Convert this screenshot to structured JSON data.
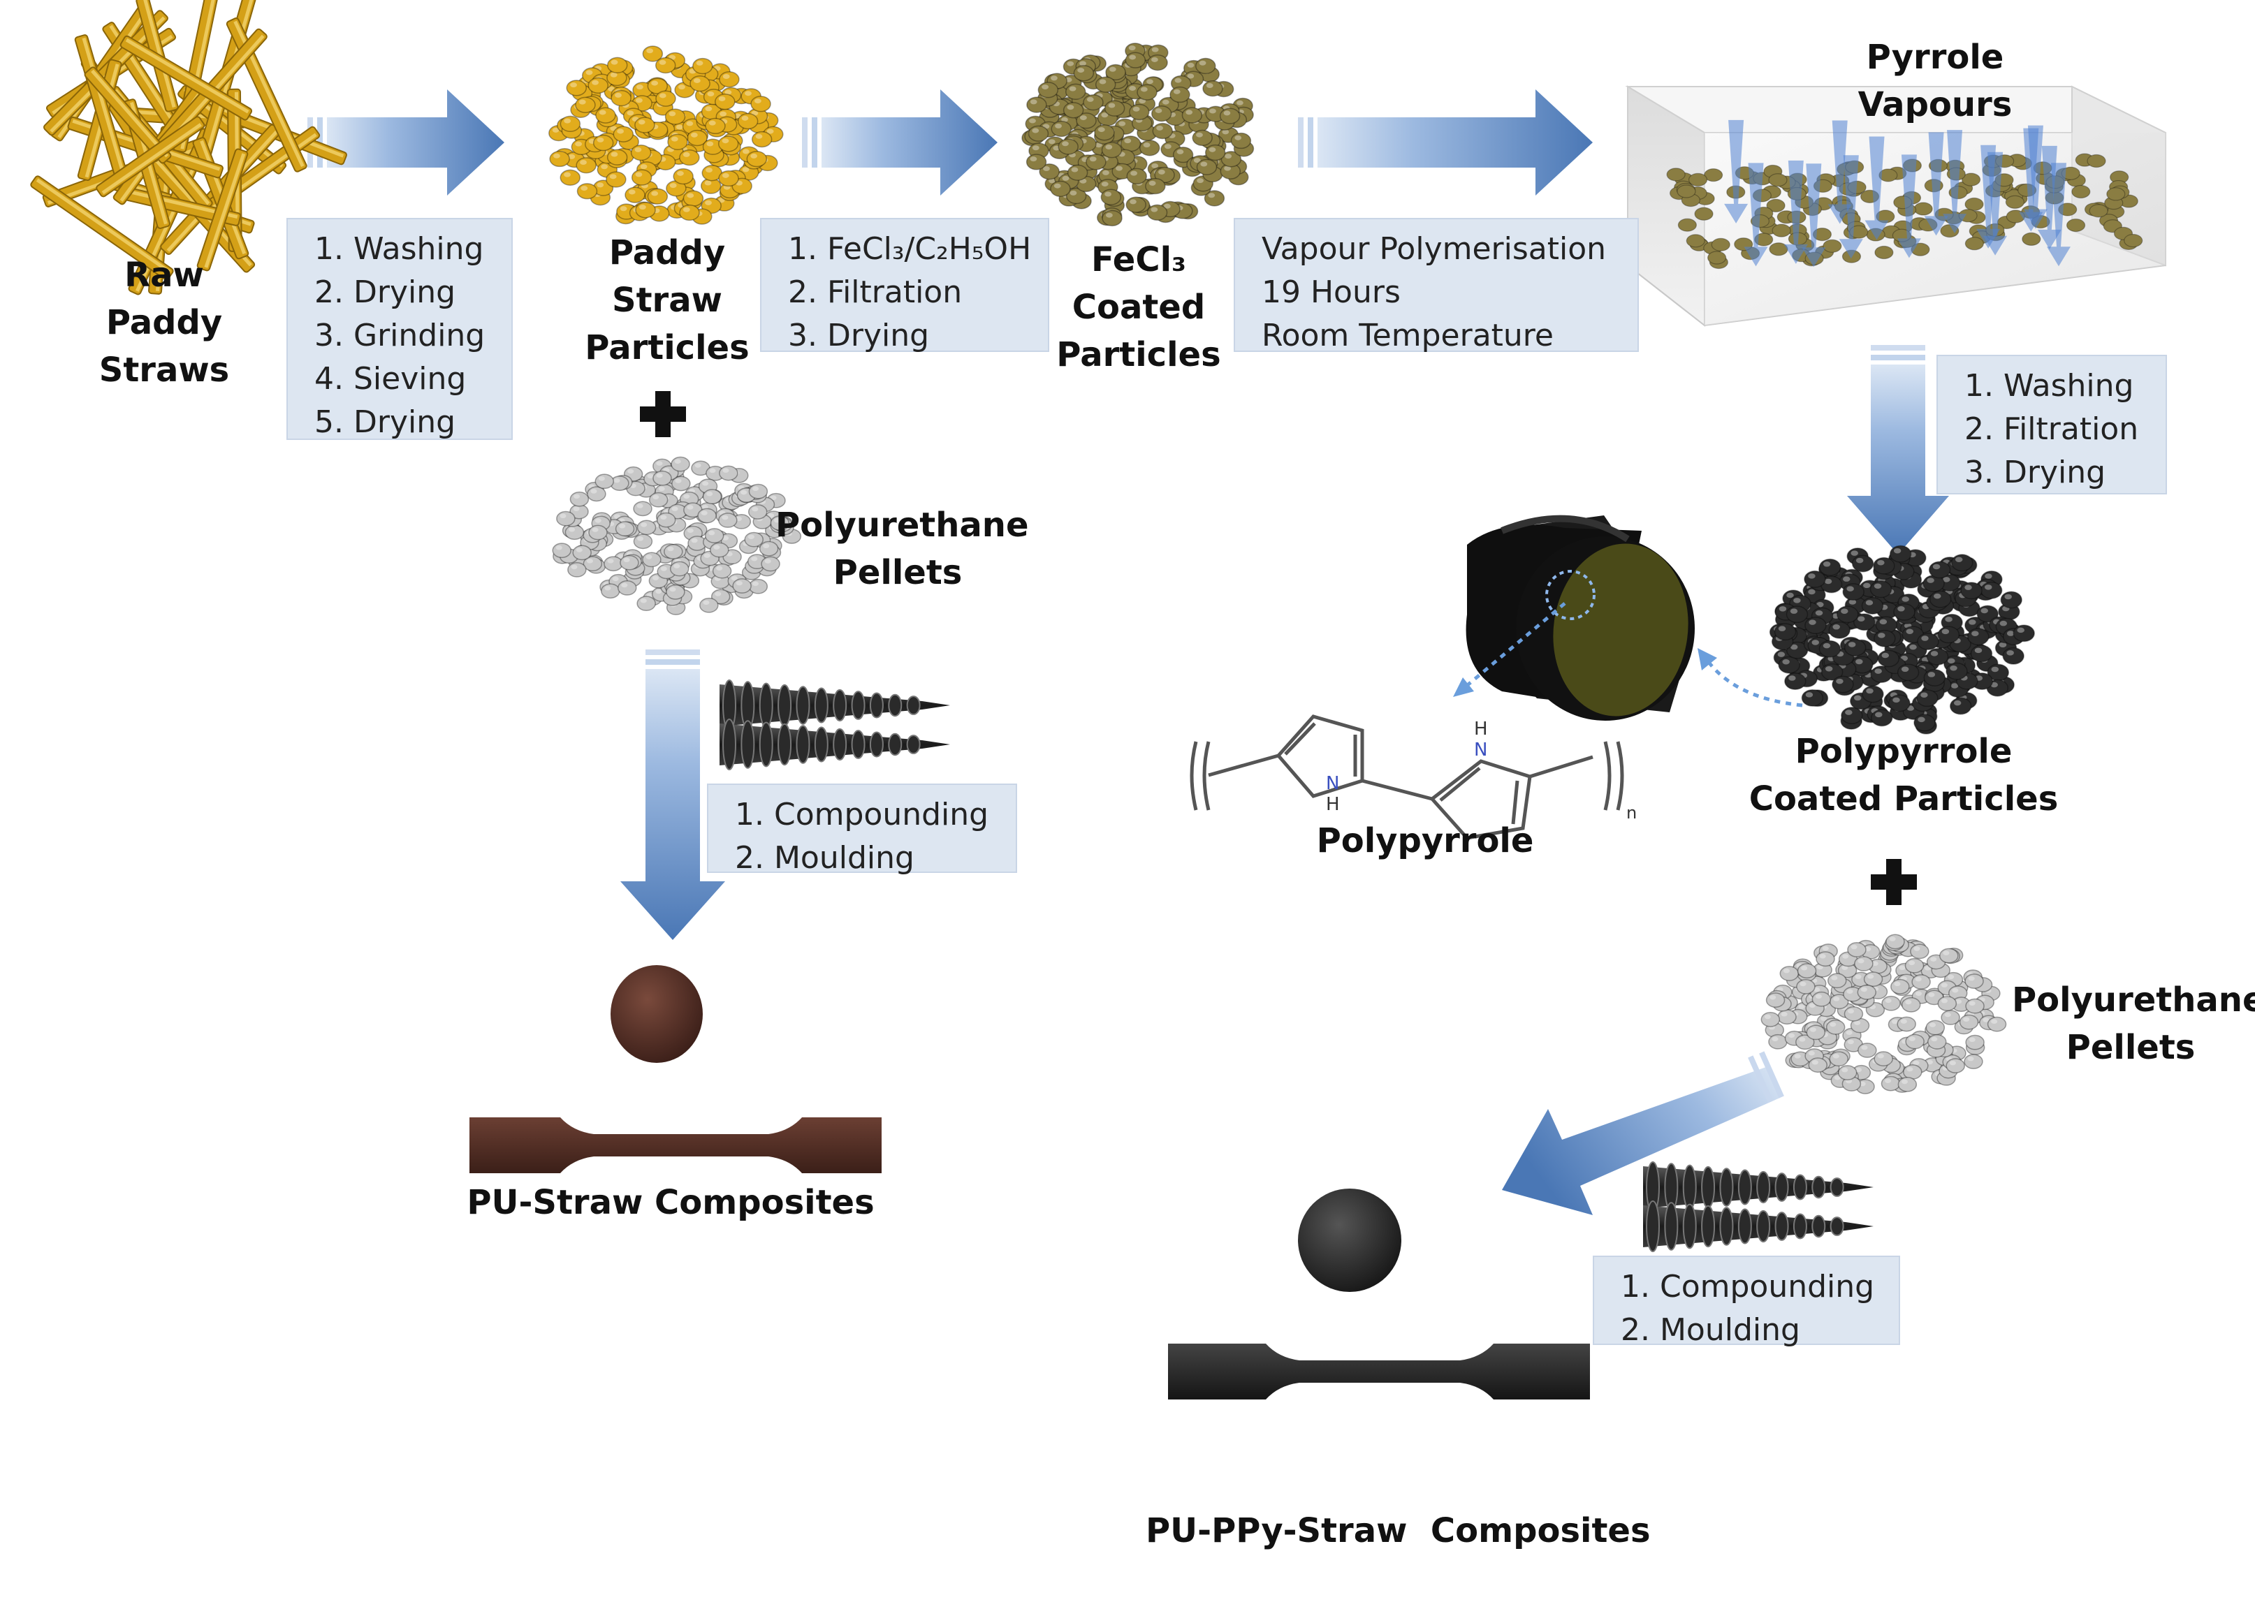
{
  "stages": {
    "raw_straws": [
      "Raw",
      "Paddy",
      "Straws"
    ],
    "straw_particles": [
      "Paddy",
      "Straw",
      "Particles"
    ],
    "fecl3_particles": [
      "FeCl₃",
      "Coated",
      "Particles"
    ],
    "pyrrole_vapours": [
      "Pyrrole",
      "Vapours"
    ],
    "pu_pellets_left": [
      "Polyurethane",
      "Pellets"
    ],
    "ppy_particles": [
      "Polypyrrole",
      "Coated Particles"
    ],
    "pu_pellets_right": [
      "Polyurethane",
      "Pellets"
    ],
    "polypyrrole": "Polypyrrole",
    "pu_straw_composites": "PU-Straw Composites",
    "pu_ppy_composites": "PU-PPy-Straw  Composites"
  },
  "steps": {
    "pretreatment": [
      "1. Washing",
      "2. Drying",
      "3. Grinding",
      "4. Sieving",
      "5. Drying"
    ],
    "coating": [
      "1. FeCl₃/C₂H₅OH",
      "2. Filtration",
      "3. Drying"
    ],
    "polymerisation": [
      "Vapour Polymerisation",
      "19 Hours",
      "Room Temperature"
    ],
    "post_treatment": [
      "1. Washing",
      "2. Filtration",
      "3. Drying"
    ],
    "processing_left": [
      "1. Compounding",
      "2. Moulding"
    ],
    "processing_right": [
      "1. Compounding",
      "2. Moulding"
    ]
  },
  "structure_labels": {
    "nh_top": "H",
    "nh_bottom": "H",
    "n_top": "N",
    "n_bottom": "N",
    "subscript": "n"
  },
  "colors": {
    "arrow": "#4f7fbf",
    "arrow_light": "#c9daf0",
    "box_fill": "#dde6f1",
    "straw": "#d4a017",
    "straw_particle": "#e2ac1c",
    "fecl3_particle": "#8a7d42",
    "pu_pellet": "#c8c8c8",
    "ppy_particle": "#2b2b2b",
    "composite_brown": "#4a2a22",
    "composite_black": "#222222"
  },
  "icons": [
    "arrow-right-icon",
    "arrow-down-icon",
    "extruder-screw-icon",
    "plus-icon",
    "dog-bone-specimen-icon",
    "disc-specimen-icon",
    "coated-fibre-icon",
    "polypyrrole-structure"
  ]
}
